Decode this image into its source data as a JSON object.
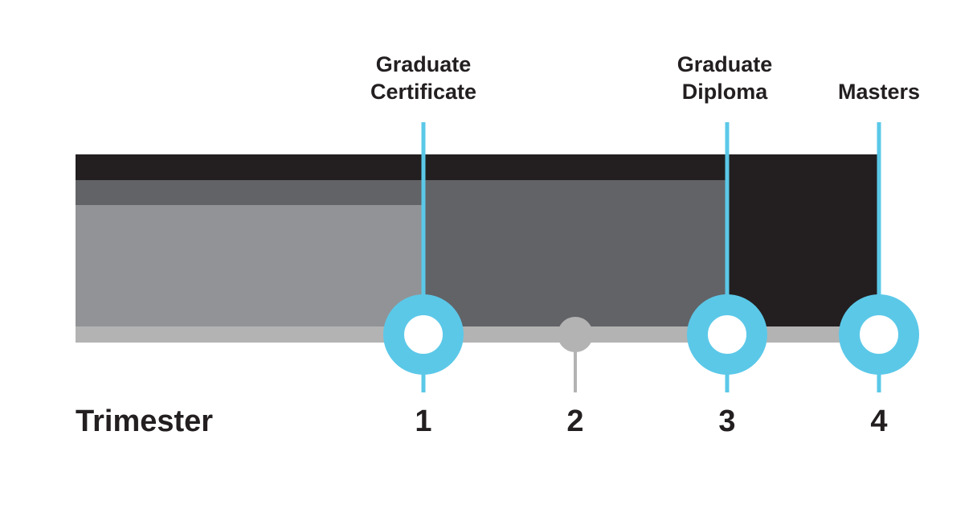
{
  "milestones": [
    {
      "line1": "Graduate",
      "line2": "Certificate",
      "trimester": 1
    },
    {
      "line1": "Graduate",
      "line2": "Diploma",
      "trimester": 3
    },
    {
      "line1": "",
      "line2": "Masters",
      "trimester": 4
    }
  ],
  "axis": {
    "title": "Trimester",
    "ticks": [
      "1",
      "2",
      "3",
      "4"
    ]
  },
  "colors": {
    "accent": "#5bc8e8",
    "masters_band": "#231f20",
    "diploma_band": "#626367",
    "certificate_band": "#929396",
    "track": "#b3b3b3",
    "text": "#231f20"
  }
}
